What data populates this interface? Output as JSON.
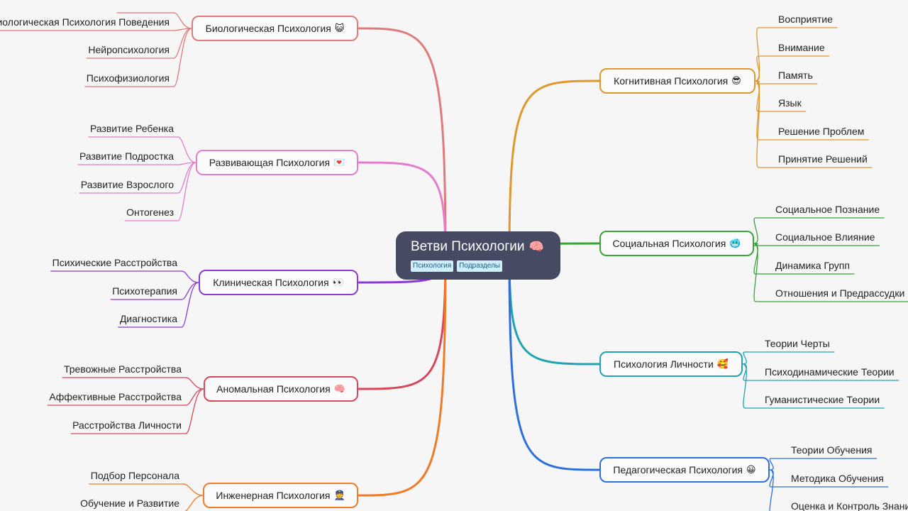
{
  "root": {
    "title": "Ветви Психологии",
    "emoji": "🧠",
    "tags": [
      "Психология",
      "Подразделы"
    ],
    "color": "#464b63"
  },
  "branches": [
    {
      "id": "bio",
      "side": "left",
      "color": "#e07a7a",
      "label": "Биологическая Психология",
      "emoji": "😺",
      "leaves": [
        "",
        "иологическая Психология Поведения",
        "Нейропсихология",
        "Психофизиология"
      ]
    },
    {
      "id": "dev",
      "side": "left",
      "color": "#e47ccf",
      "label": "Развивающая Психология",
      "emoji": "💌",
      "leaves": [
        "Развитие Ребенка",
        "Развитие Подростка",
        "Развитие Взрослого",
        "Онтогенез"
      ]
    },
    {
      "id": "clin",
      "side": "left",
      "color": "#8b3bd6",
      "label": "Клиническая Психология",
      "emoji": "👀",
      "leaves": [
        "Психические Расстройства",
        "Психотерапия",
        "Диагностика"
      ]
    },
    {
      "id": "abn",
      "side": "left",
      "color": "#d8465a",
      "label": "Аномальная Психология",
      "emoji": "🧠",
      "leaves": [
        "Тревожные Расстройства",
        "Аффективные Расстройства",
        "Расстройства Личности"
      ]
    },
    {
      "id": "eng",
      "side": "left",
      "color": "#f07a26",
      "label": "Инженерная Психология",
      "emoji": "👮",
      "leaves": [
        "Подбор Персонала",
        "Обучение и Развитие"
      ]
    },
    {
      "id": "cog",
      "side": "right",
      "color": "#e0982c",
      "label": "Когнитивная Психология",
      "emoji": "😎",
      "leaves": [
        "Восприятие",
        "Внимание",
        "Память",
        "Язык",
        "Решение Проблем",
        "Принятие Решений"
      ]
    },
    {
      "id": "soc",
      "side": "right",
      "color": "#3aa33a",
      "label": "Социальная Психология",
      "emoji": "🥶",
      "leaves": [
        "Социальное Познание",
        "Социальное Влияние",
        "Динамика Групп",
        "Отношения и Предрассудки"
      ]
    },
    {
      "id": "pers",
      "side": "right",
      "color": "#20a3b5",
      "label": "Психология Личности",
      "emoji": "🥰",
      "leaves": [
        "Теории Черты",
        "Психодинамические Теории",
        "Гуманистические Теории"
      ]
    },
    {
      "id": "ped",
      "side": "right",
      "color": "#2e6fe0",
      "label": "Педагогическая Психология",
      "emoji": "😀",
      "leaves": [
        "Теории Обучения",
        "Методика Обучения",
        "Оценка и Контроль Знани"
      ]
    }
  ]
}
